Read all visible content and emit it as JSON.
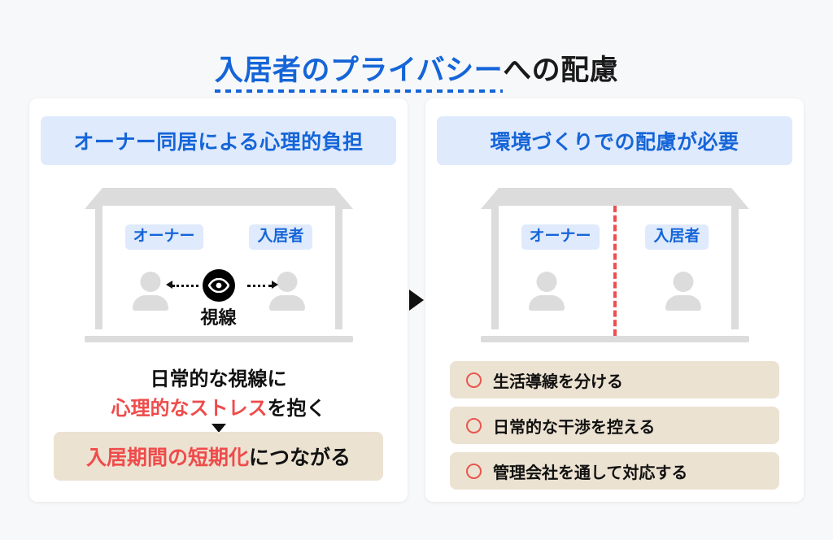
{
  "page": {
    "title_highlight": "入居者のプライバシー",
    "title_rest": "への配慮",
    "background_color": "#f7f8f9",
    "accent_blue": "#1565d8",
    "accent_red": "#ef4b4b",
    "pill_blue_bg": "#dfeafc",
    "beige_bg": "#ece2d1",
    "gray_structure": "#dcdcdc",
    "flow_arrow_icon": "triangle-right-icon"
  },
  "left_card": {
    "header": "オーナー同居による心理的負担",
    "house": {
      "tag_owner": "オーナー",
      "tag_tenant": "入居者",
      "gaze_label": "視線",
      "gaze_icon": "eye-icon",
      "person_icon": "person-icon"
    },
    "statement_line1": "日常的な視線に",
    "statement_line2_red": "心理的なストレス",
    "statement_line2_rest": "を抱く",
    "down_arrow_icon": "triangle-down-icon",
    "result_red": "入居期間の短期化",
    "result_rest": "につながる"
  },
  "right_card": {
    "header": "環境づくりでの配慮が必要",
    "house": {
      "tag_owner": "オーナー",
      "tag_tenant": "入居者",
      "divider": "red-dashed-divider",
      "person_icon": "person-icon"
    },
    "measures": [
      {
        "marker": "circle-outline-icon",
        "text": "生活導線を分ける"
      },
      {
        "marker": "circle-outline-icon",
        "text": "日常的な干渉を控える"
      },
      {
        "marker": "circle-outline-icon",
        "text": "管理会社を通して対応する"
      }
    ]
  }
}
